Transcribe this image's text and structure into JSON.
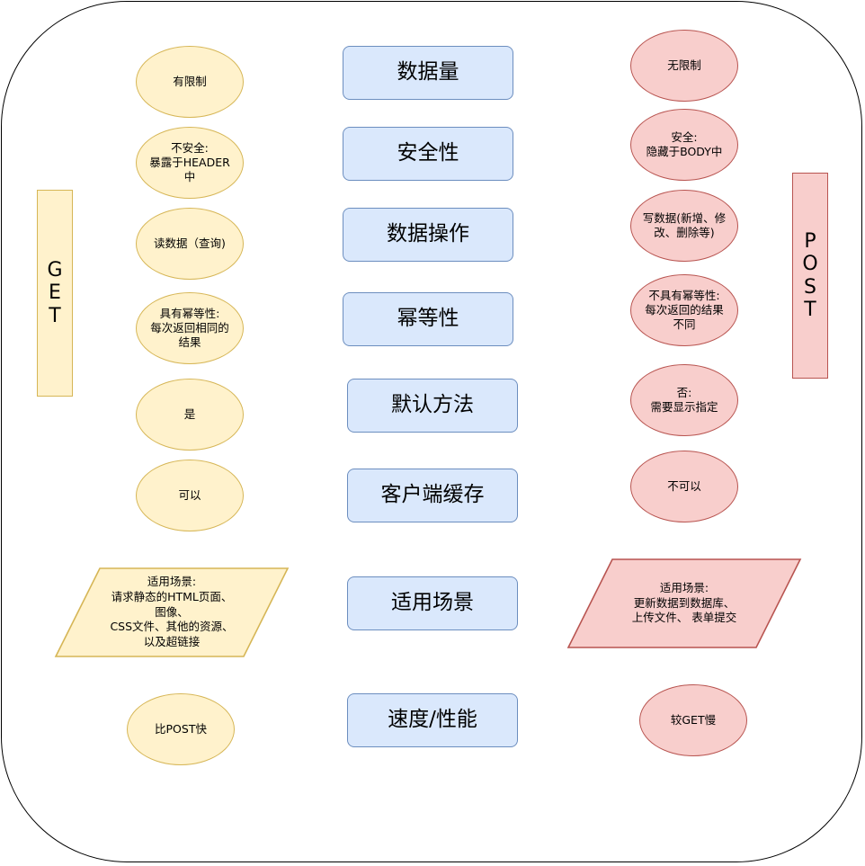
{
  "get_label": "G\nE\nT",
  "post_label": "P\nO\nS\nT",
  "criteria": [
    "数据量",
    "安全性",
    "数据操作",
    "幂等性",
    "默认方法",
    "客户端缓存",
    "适用场景",
    "速度/性能"
  ],
  "get_values": [
    "有限制",
    "不安全:\n暴露于HEADER\n中",
    "读数据（查询)",
    "具有幂等性:\n每次返回相同的\n结果",
    "是",
    "可以",
    "适用场景:\n请求静态的HTML页面、\n图像、\nCSS文件、其他的资源、\n以及超链接",
    "比POST快"
  ],
  "post_values": [
    "无限制",
    "安全:\n隐藏于BODY中",
    "写数据(新增、修\n改、删除等)",
    "不具有幂等性:\n每次返回的结果\n不同",
    "否:\n需要显示指定",
    "不可以",
    "适用场景:\n更新数据到数据库、\n上传文件、 表单提交",
    "较GET慢"
  ],
  "colors": {
    "criteria_fill": "#dae8fc",
    "criteria_stroke": "#6c8ebf",
    "get_fill": "#fff2cc",
    "get_stroke": "#d6b656",
    "post_fill": "#f8cecc",
    "post_stroke": "#b85450"
  }
}
